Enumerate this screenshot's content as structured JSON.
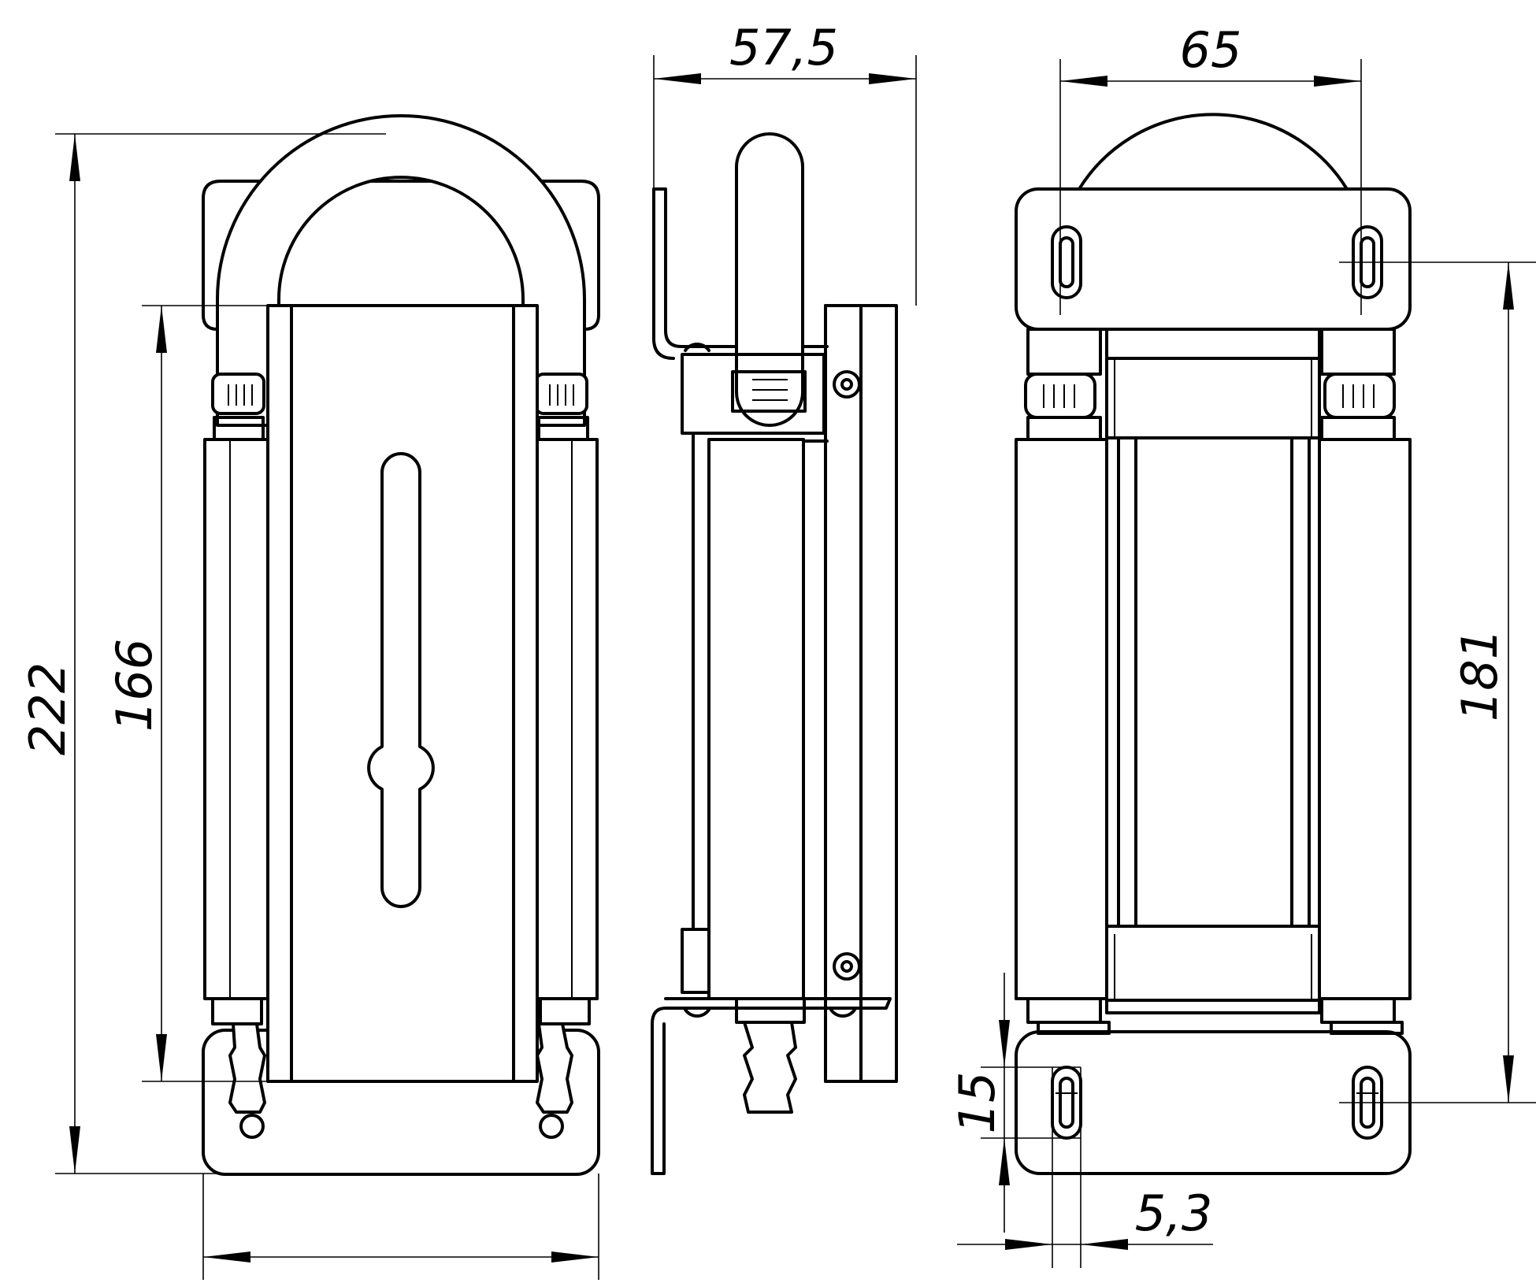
{
  "dimensions": {
    "overall_height": "222",
    "inner_height": "166",
    "side_depth": "57,5",
    "hole_spacing_width": "65",
    "hole_spacing_height": "181",
    "slot_length": "15",
    "slot_width": "5,3"
  }
}
